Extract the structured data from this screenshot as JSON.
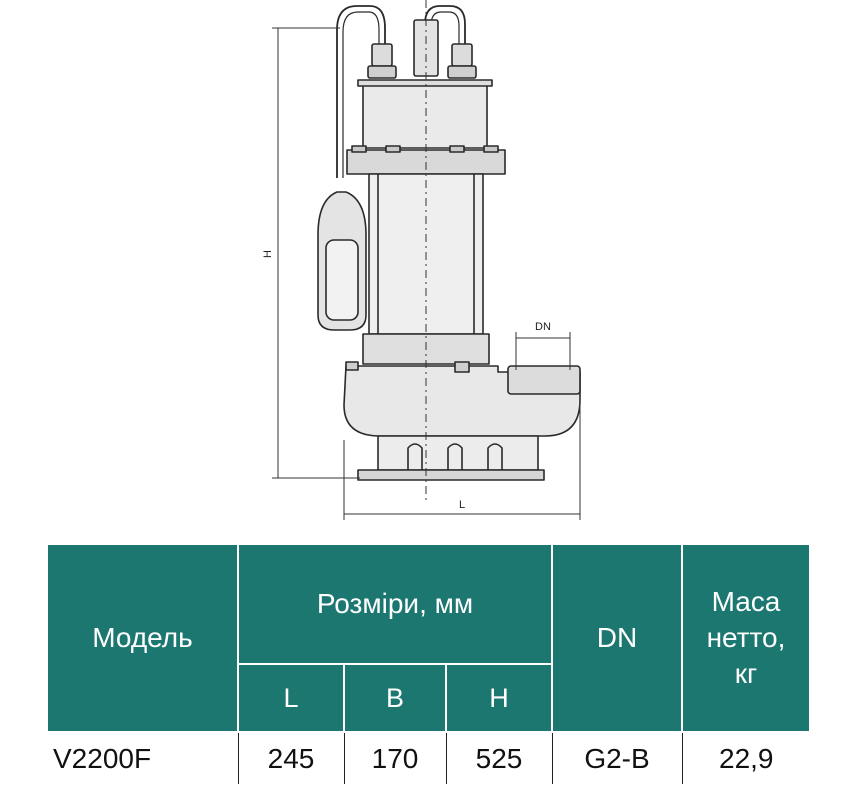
{
  "drawing": {
    "dimension_h": "H",
    "dimension_l": "L",
    "dimension_dn": "DN"
  },
  "table": {
    "headers": {
      "model": "Модель",
      "dimensions": "Розміри, мм",
      "dn": "DN",
      "mass_line1": "Маса",
      "mass_line2": "нетто,",
      "mass_line3": "кг"
    },
    "sub_headers": [
      "L",
      "B",
      "H"
    ],
    "row": {
      "model": "V2200F",
      "L": "245",
      "B": "170",
      "H": "525",
      "dn": "G2-B",
      "mass": "22,9"
    }
  },
  "colors": {
    "header_bg": "#1b7770",
    "header_text": "#ffffff",
    "line": "#222222"
  }
}
